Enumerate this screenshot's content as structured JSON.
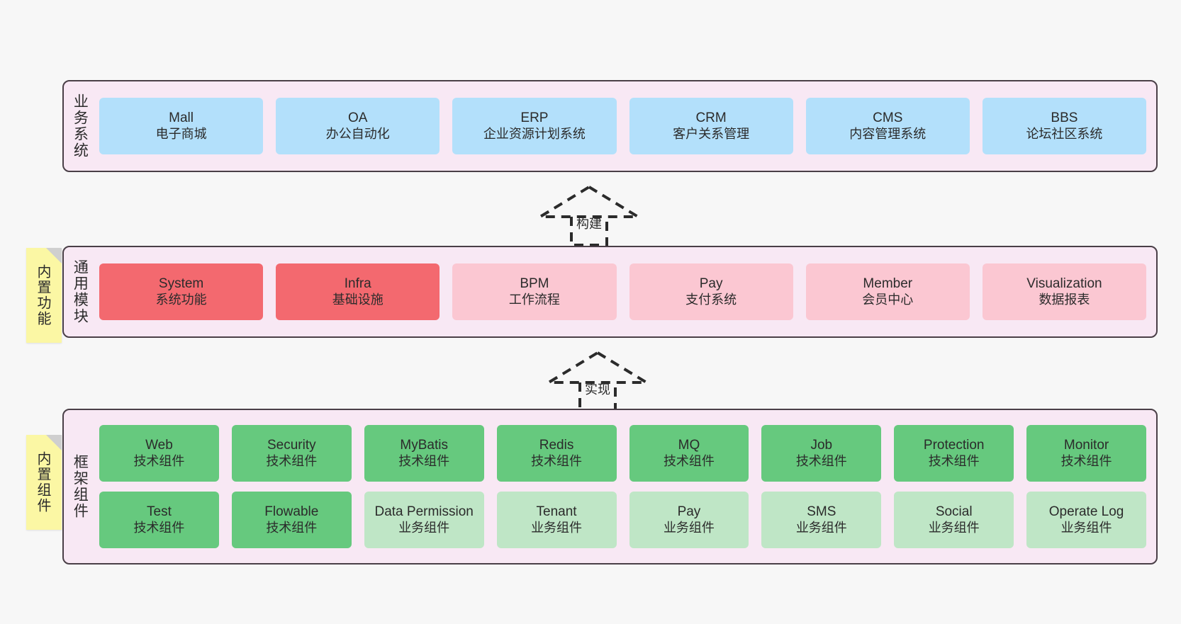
{
  "diagram": {
    "background_color": "#f7f7f7",
    "band_fill": "#f8e8f4",
    "band_border": "#4a3f47",
    "sticky_fill": "#fbf7a4",
    "colors": {
      "blue": "#b3e0fb",
      "red": "#f3696f",
      "pink": "#fbc7d2",
      "green": "#66c97e",
      "green_light": "#bfe6c6"
    }
  },
  "bands": {
    "business": {
      "label": "业务系统",
      "items": [
        {
          "title": "Mall",
          "sub": "电子商城",
          "color": "blue"
        },
        {
          "title": "OA",
          "sub": "办公自动化",
          "color": "blue"
        },
        {
          "title": "ERP",
          "sub": "企业资源计划系统",
          "color": "blue"
        },
        {
          "title": "CRM",
          "sub": "客户关系管理",
          "color": "blue"
        },
        {
          "title": "CMS",
          "sub": "内容管理系统",
          "color": "blue"
        },
        {
          "title": "BBS",
          "sub": "论坛社区系统",
          "color": "blue"
        }
      ]
    },
    "common": {
      "label": "通用模块",
      "sticky": "内置功能",
      "items": [
        {
          "title": "System",
          "sub": "系统功能",
          "color": "red"
        },
        {
          "title": "Infra",
          "sub": "基础设施",
          "color": "red"
        },
        {
          "title": "BPM",
          "sub": "工作流程",
          "color": "pink"
        },
        {
          "title": "Pay",
          "sub": "支付系统",
          "color": "pink"
        },
        {
          "title": "Member",
          "sub": "会员中心",
          "color": "pink"
        },
        {
          "title": "Visualization",
          "sub": "数据报表",
          "color": "pink"
        }
      ]
    },
    "framework": {
      "label": "框架组件",
      "sticky": "内置组件",
      "row1": [
        {
          "title": "Web",
          "sub": "技术组件",
          "color": "green"
        },
        {
          "title": "Security",
          "sub": "技术组件",
          "color": "green"
        },
        {
          "title": "MyBatis",
          "sub": "技术组件",
          "color": "green"
        },
        {
          "title": "Redis",
          "sub": "技术组件",
          "color": "green"
        },
        {
          "title": "MQ",
          "sub": "技术组件",
          "color": "green"
        },
        {
          "title": "Job",
          "sub": "技术组件",
          "color": "green"
        },
        {
          "title": "Protection",
          "sub": "技术组件",
          "color": "green"
        },
        {
          "title": "Monitor",
          "sub": "技术组件",
          "color": "green"
        }
      ],
      "row2": [
        {
          "title": "Test",
          "sub": "技术组件",
          "color": "green"
        },
        {
          "title": "Flowable",
          "sub": "技术组件",
          "color": "green"
        },
        {
          "title": "Data Permission",
          "sub": "业务组件",
          "color": "green-light"
        },
        {
          "title": "Tenant",
          "sub": "业务组件",
          "color": "green-light"
        },
        {
          "title": "Pay",
          "sub": "业务组件",
          "color": "green-light"
        },
        {
          "title": "SMS",
          "sub": "业务组件",
          "color": "green-light"
        },
        {
          "title": "Social",
          "sub": "业务组件",
          "color": "green-light"
        },
        {
          "title": "Operate Log",
          "sub": "业务组件",
          "color": "green-light"
        }
      ]
    }
  },
  "connectors": [
    {
      "label": "构建",
      "icon": "dashed-generalization-arrow-up"
    },
    {
      "label": "实现",
      "icon": "dashed-generalization-arrow-up"
    }
  ]
}
